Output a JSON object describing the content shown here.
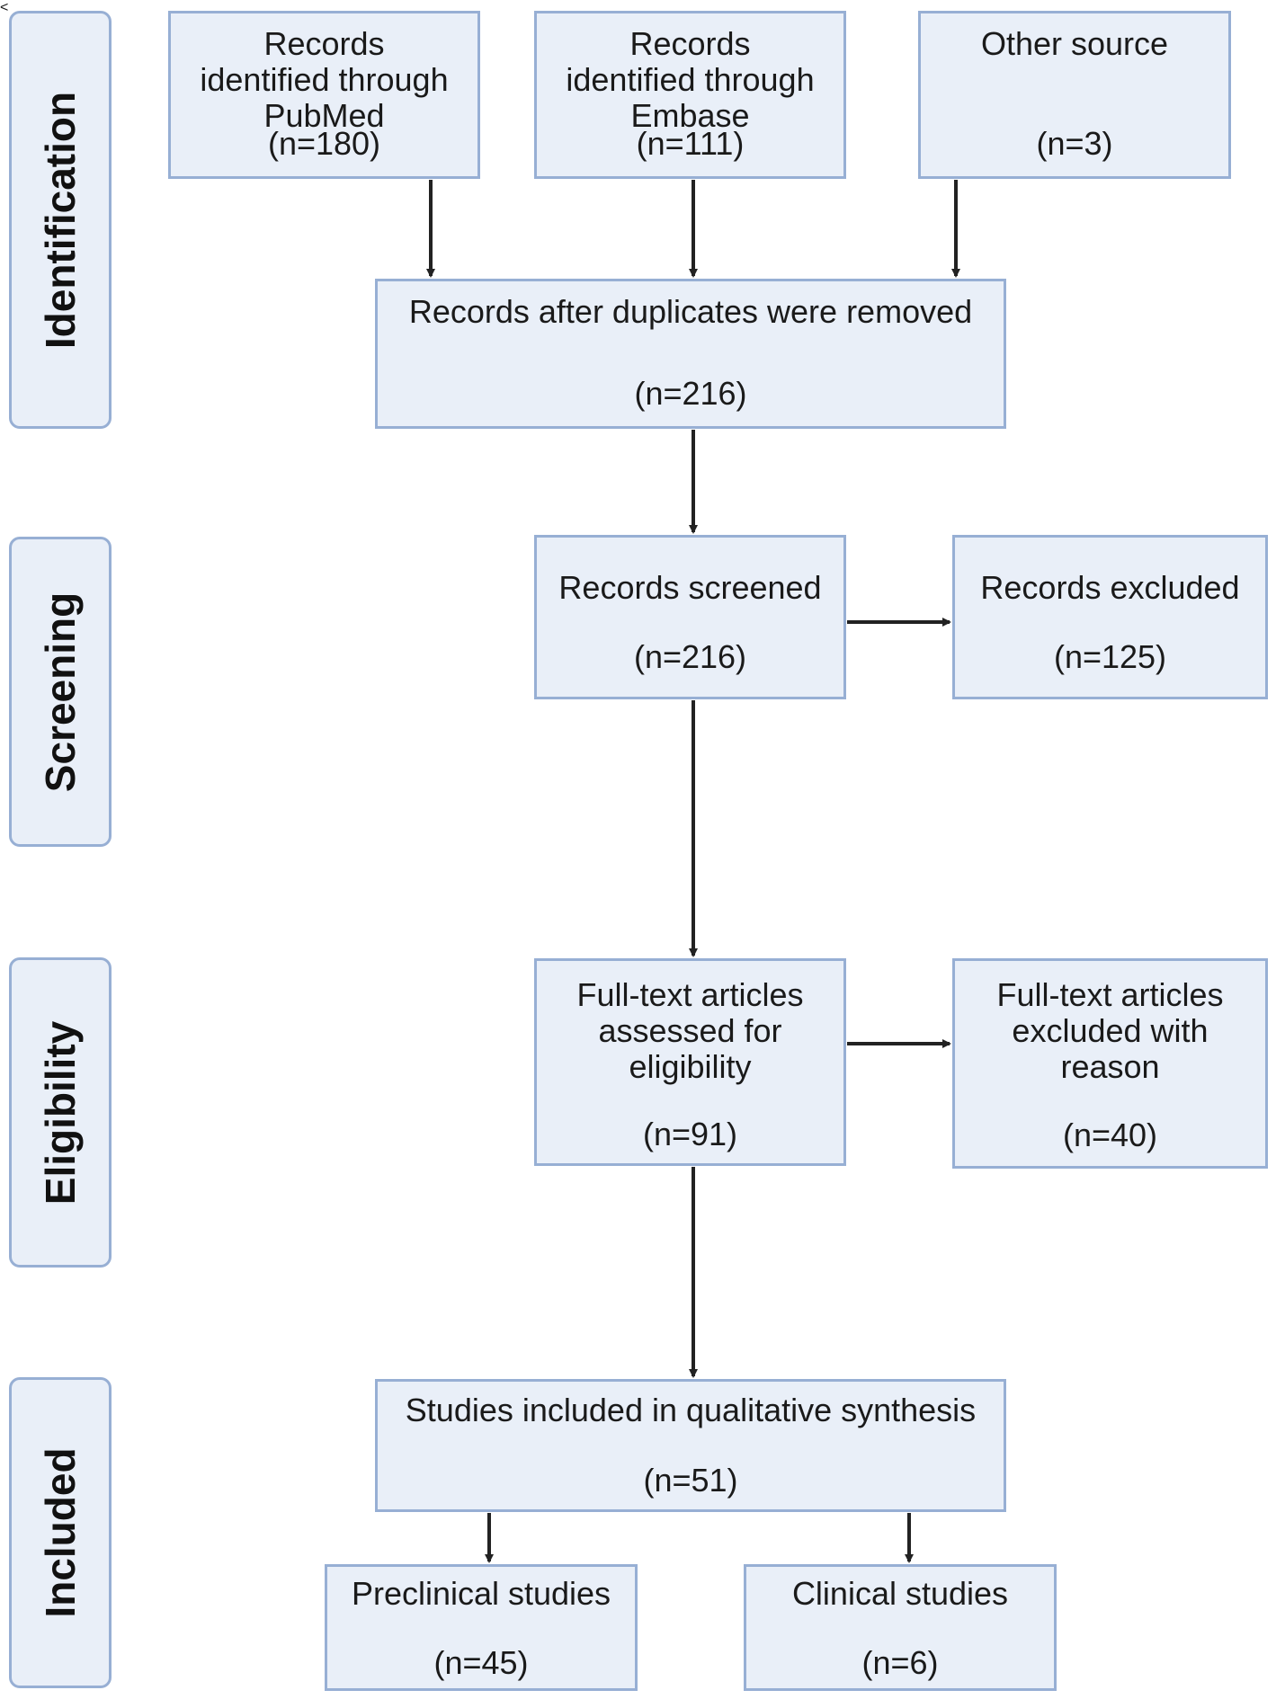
{
  "phases": {
    "identification": "Identification",
    "screening": "Screening",
    "eligibility": "Eligibility",
    "included": "Included"
  },
  "boxes": {
    "pubmed": {
      "title": "Records identified through PubMed",
      "n": "(n=180)"
    },
    "embase": {
      "title": "Records identified through Embase",
      "n": "(n=111)"
    },
    "other": {
      "title": "Other source",
      "n": "(n=3)"
    },
    "dedup": {
      "title": "Records after duplicates were removed",
      "n": "(n=216)"
    },
    "screened": {
      "title": "Records screened",
      "n": "(n=216)"
    },
    "excluded": {
      "title": "Records excluded",
      "n": "(n=125)"
    },
    "fulltext": {
      "title": "Full-text articles assessed for eligibility",
      "n": "(n=91)"
    },
    "fulltext_excluded": {
      "title": "Full-text articles excluded with reason",
      "n": "(n=40)"
    },
    "included": {
      "title": "Studies included in qualitative synthesis",
      "n": "(n=51)"
    },
    "preclinical": {
      "title": "Preclinical studies",
      "n": "(n=45)"
    },
    "clinical": {
      "title": "Clinical studies",
      "n": "(n=6)"
    }
  },
  "colors": {
    "box_fill": "#e9eff8",
    "box_border": "#97afd4",
    "arrow": "#222222"
  }
}
